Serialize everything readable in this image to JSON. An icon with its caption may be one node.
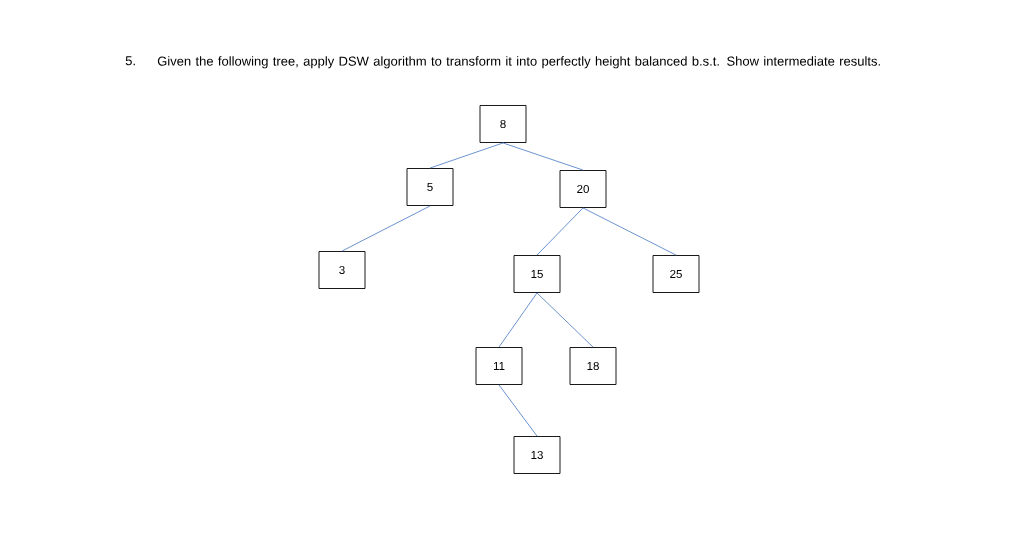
{
  "diagram": {
    "nodes": [
      {
        "text": [
          "8"
        ]
      },
      {
        "text": [
          "5"
        ]
      },
      {
        "text": [
          "20"
        ]
      },
      {
        "text": [
          "3"
        ]
      },
      {
        "text": [
          "15"
        ]
      },
      {
        "text": [
          "25"
        ]
      },
      {
        "text": [
          "11"
        ]
      },
      {
        "text": [
          "18"
        ]
      },
      {
        "text": [
          "13"
        ]
      }
    ],
    "edges": [
      {
        "from": 0,
        "to": 1,
        "arrow": "none"
      },
      {
        "from": 0,
        "to": 2,
        "arrow": "none"
      },
      {
        "from": 1,
        "to": 3,
        "arrow": "none"
      },
      {
        "from": 2,
        "to": 4,
        "arrow": "none"
      },
      {
        "from": 2,
        "to": 5,
        "arrow": "none"
      },
      {
        "from": 4,
        "to": 6,
        "arrow": "none"
      },
      {
        "from": 4,
        "to": 7,
        "arrow": "none"
      },
      {
        "from": 6,
        "to": 8,
        "arrow": "none"
      }
    ],
    "labels": [
      "5.",
      "Given the following tree, apply DSW algorithm to transform it into perfectly height balanced b.s.t. Show intermediate results."
    ]
  }
}
